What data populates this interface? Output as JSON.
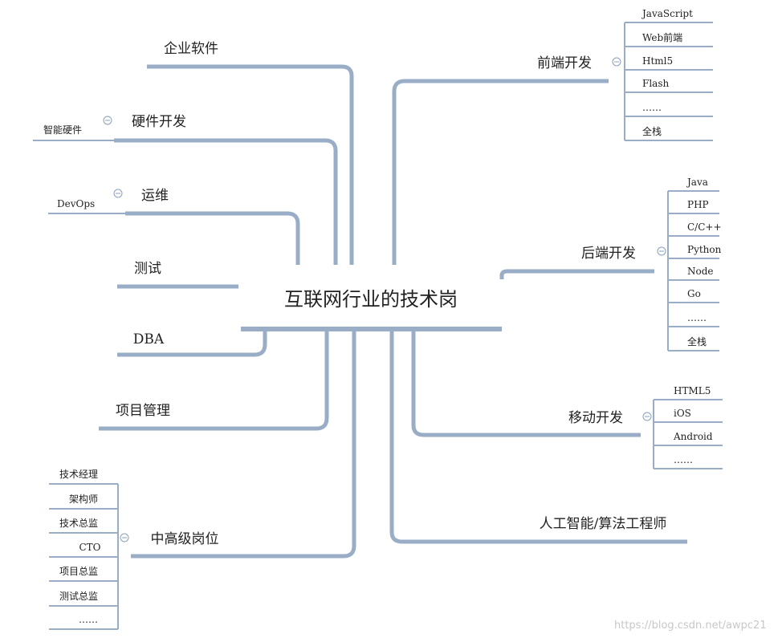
{
  "colors": {
    "line": "#99aec6",
    "text": "#222222",
    "collapse": "#8aa0bc",
    "watermark": "#c8c8c8"
  },
  "central": "互联网行业的技术岗",
  "branches": [
    {
      "id": "enterprise",
      "label": "企业软件",
      "children": []
    },
    {
      "id": "hardware",
      "label": "硬件开发",
      "children": [
        "智能硬件"
      ]
    },
    {
      "id": "ops",
      "label": "运维",
      "children": [
        "DevOps"
      ]
    },
    {
      "id": "testing",
      "label": "测试",
      "children": []
    },
    {
      "id": "dba",
      "label": "DBA",
      "children": []
    },
    {
      "id": "pm",
      "label": "项目管理",
      "children": []
    },
    {
      "id": "senior",
      "label": "中高级岗位",
      "children": [
        "技术经理",
        "架构师",
        "技术总监",
        "CTO",
        "项目总监",
        "测试总监",
        "……"
      ]
    },
    {
      "id": "frontend",
      "label": "前端开发",
      "children": [
        "JavaScript",
        "Web前端",
        "Html5",
        "Flash",
        "……",
        "全栈"
      ]
    },
    {
      "id": "backend",
      "label": "后端开发",
      "children": [
        "Java",
        "PHP",
        "C/C++",
        "Python",
        "Node",
        "Go",
        "……",
        "全栈"
      ]
    },
    {
      "id": "mobile",
      "label": "移动开发",
      "children": [
        "HTML5",
        "iOS",
        "Android",
        "……"
      ]
    },
    {
      "id": "ai",
      "label": "人工智能/算法工程师",
      "children": []
    }
  ],
  "watermark": "https://blog.csdn.net/awpc21"
}
